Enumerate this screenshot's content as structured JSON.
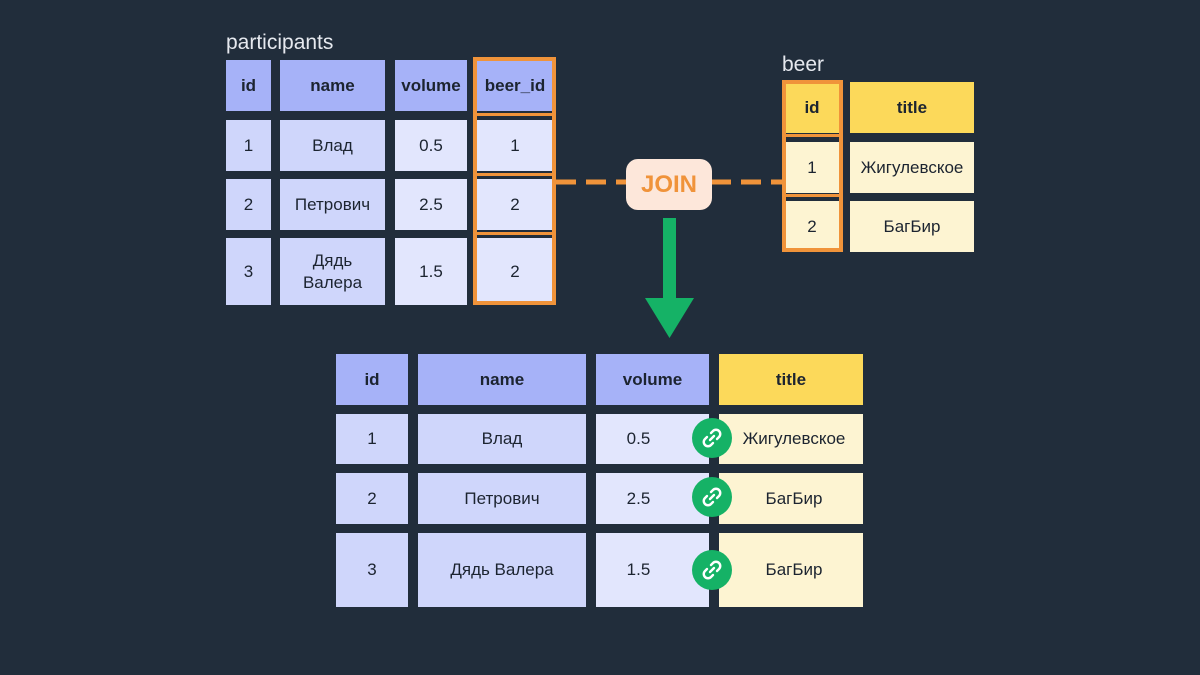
{
  "participants": {
    "label": "participants",
    "headers": [
      "id",
      "name",
      "volume",
      "beer_id"
    ],
    "rows": [
      [
        "1",
        "Влад",
        "0.5",
        "1"
      ],
      [
        "2",
        "Петрович",
        "2.5",
        "2"
      ],
      [
        "3",
        "Дядь Валера",
        "1.5",
        "2"
      ]
    ]
  },
  "beer": {
    "label": "beer",
    "headers": [
      "id",
      "title"
    ],
    "rows": [
      [
        "1",
        "Жигулевское"
      ],
      [
        "2",
        "БагБир"
      ]
    ]
  },
  "join": {
    "label": "JOIN"
  },
  "result": {
    "headers": [
      "id",
      "name",
      "volume",
      "title"
    ],
    "rows": [
      [
        "1",
        "Влад",
        "0.5",
        "Жигулевское"
      ],
      [
        "2",
        "Петрович",
        "2.5",
        "БагБир"
      ],
      [
        "3",
        "Дядь Валера",
        "1.5",
        "БагБир"
      ]
    ]
  },
  "colors": {
    "background": "#212d3b",
    "header_blue": "#a6b2f8",
    "cell_blue": "#cfd6fb",
    "cell_blue_light": "#e2e6fd",
    "header_yellow": "#fcd95a",
    "cell_yellow": "#fdf4d2",
    "join_orange": "#f0933a",
    "arrow_green": "#15b266"
  },
  "icons": {
    "link": "chain-link-icon",
    "arrow": "arrow-down-icon"
  }
}
